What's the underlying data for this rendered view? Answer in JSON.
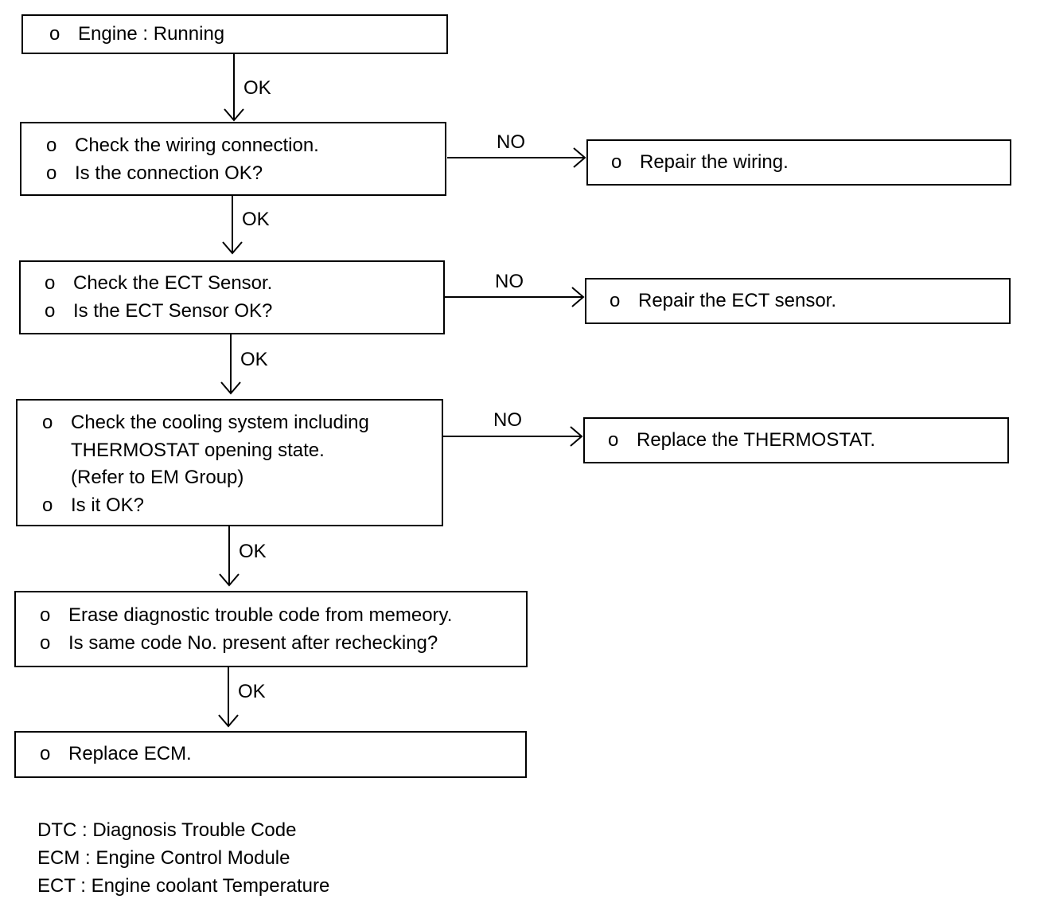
{
  "bullet": "o",
  "steps": {
    "engine": [
      "Engine : Running"
    ],
    "wiring": [
      "Check the wiring connection.",
      "Is the connection OK?"
    ],
    "ect": [
      "Check the ECT Sensor.",
      "Is the ECT Sensor OK?"
    ],
    "cooling": [
      "Check the cooling system including",
      "THERMOSTAT opening state.",
      "(Refer to EM Group)",
      "Is it OK?"
    ],
    "erase": [
      "Erase diagnostic trouble code from memeory.",
      "Is same code No. present after rechecking?"
    ],
    "ecm": [
      "Replace ECM."
    ]
  },
  "repairs": {
    "wiring": [
      "Repair the wiring."
    ],
    "ect": [
      "Repair the ECT sensor."
    ],
    "thermostat": [
      "Replace the THERMOSTAT."
    ]
  },
  "labels": {
    "ok": "OK",
    "no": "NO"
  },
  "legend": [
    "DTC : Diagnosis Trouble Code",
    "ECM : Engine Control Module",
    "ECT : Engine coolant Temperature"
  ]
}
